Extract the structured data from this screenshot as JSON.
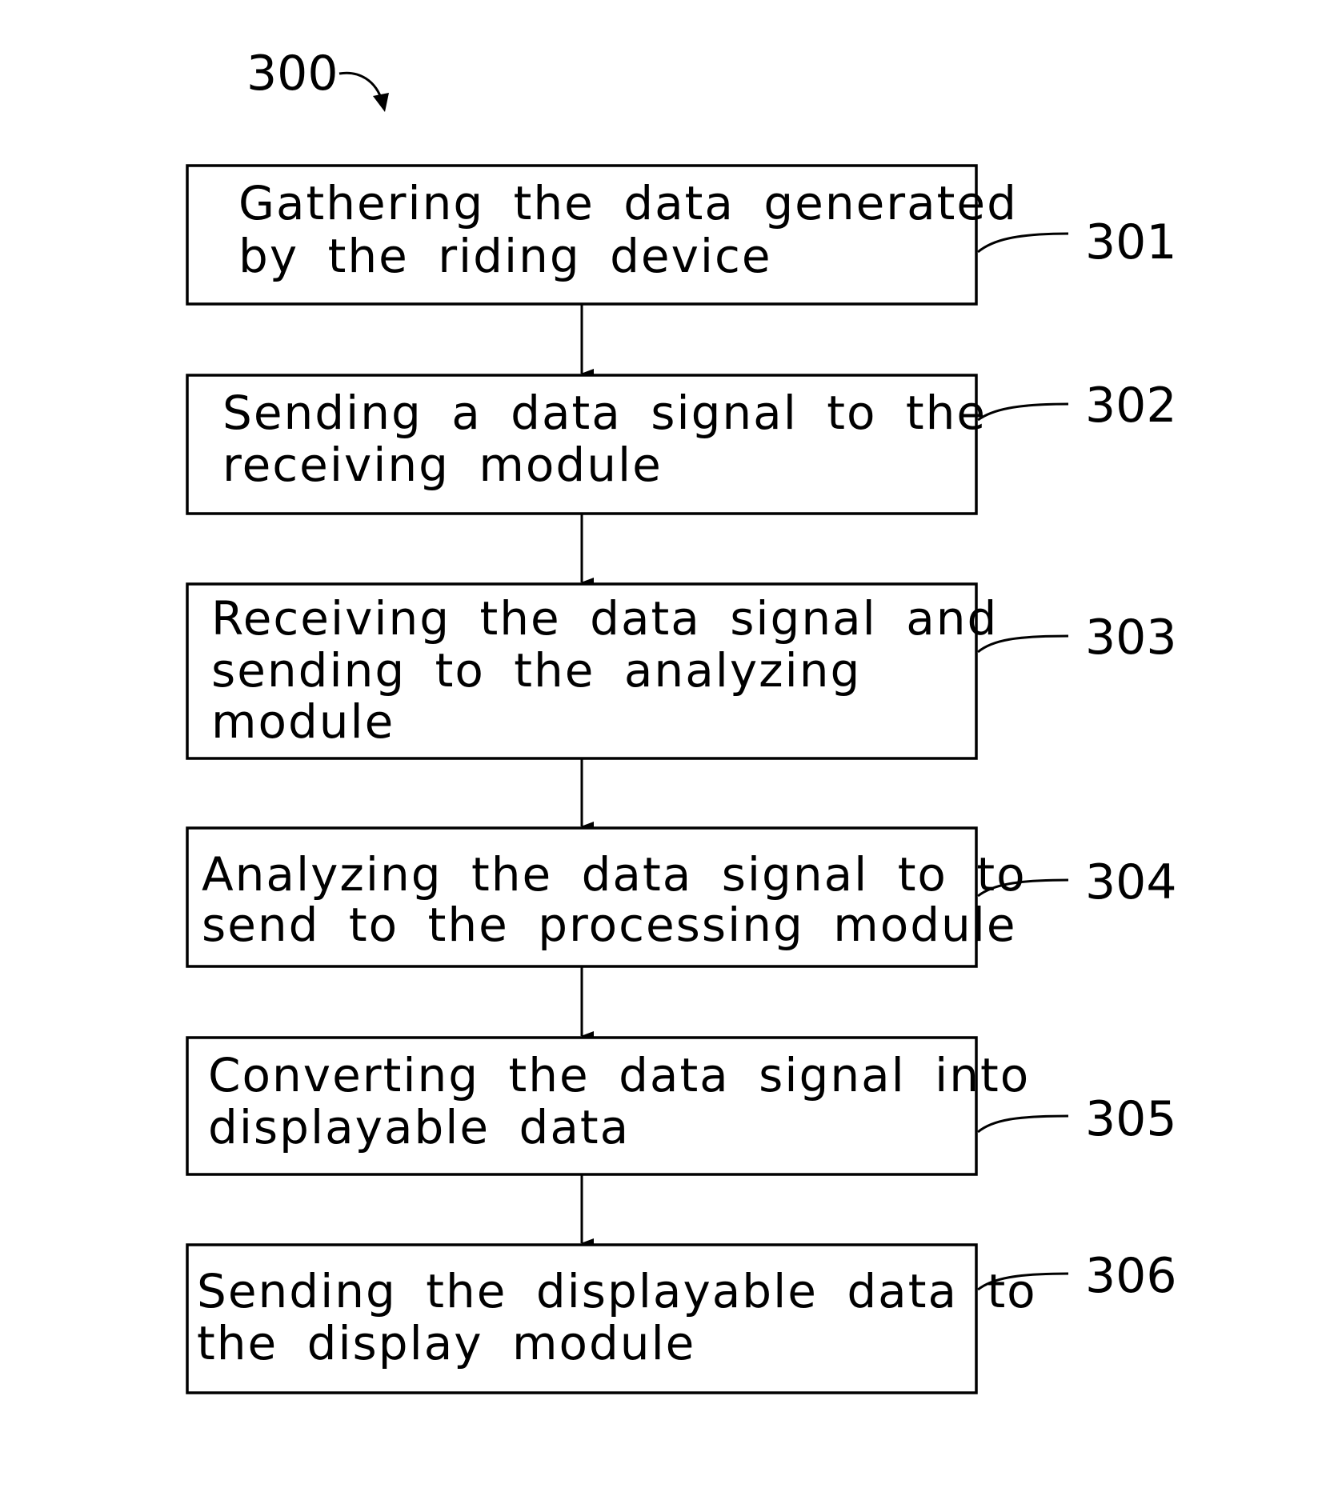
{
  "figure": {
    "label": "300"
  },
  "steps": [
    {
      "ref": "301",
      "lines": [
        "Gathering the data generated",
        "by the riding device"
      ]
    },
    {
      "ref": "302",
      "lines": [
        "Sending a data signal to the",
        "receiving module"
      ]
    },
    {
      "ref": "303",
      "lines": [
        "Receiving the data signal and",
        "sending to the analyzing",
        "module"
      ]
    },
    {
      "ref": "304",
      "lines": [
        "Analyzing the data signal to to",
        "send to the processing module"
      ]
    },
    {
      "ref": "305",
      "lines": [
        "Converting the data signal into",
        "displayable data"
      ]
    },
    {
      "ref": "306",
      "lines": [
        "Sending the displayable data to",
        "the display module"
      ]
    }
  ]
}
